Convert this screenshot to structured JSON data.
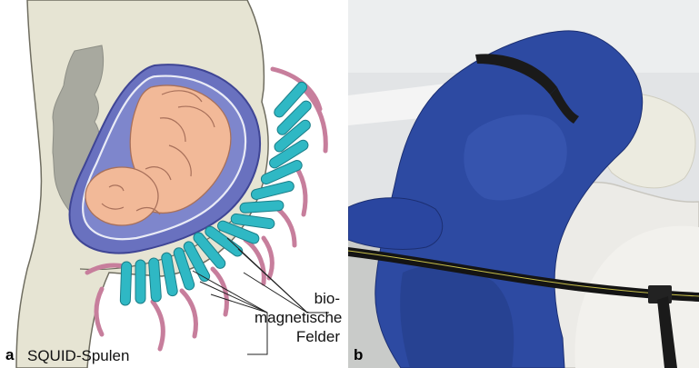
{
  "panel_a": {
    "letter": "a",
    "labels": {
      "squid": "SQUID-Spulen",
      "fields_line1": "bio-",
      "fields_line2": "magnetische",
      "fields_line3": "Felder"
    }
  },
  "panel_b": {
    "letter": "b"
  },
  "colors": {
    "body": "#e6e4d3",
    "spine": "#a8a99f",
    "uterus": "#5b63b3",
    "fetus": "#f2b998",
    "coil": "#2fb8c4",
    "field": "#c77e9c",
    "gown": "#2d4aa2",
    "chair": "#eceae6"
  }
}
